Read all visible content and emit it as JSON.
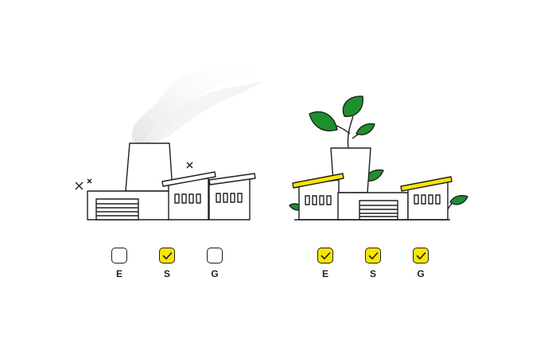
{
  "colors": {
    "accent": "#f7e600",
    "leaf": "#1e8f2e",
    "stroke": "#1e1e1e",
    "smoke": "#ececec"
  },
  "left_group": {
    "icon": "polluting-factory-icon",
    "checkboxes": [
      {
        "label": "E",
        "checked": false
      },
      {
        "label": "S",
        "checked": true
      },
      {
        "label": "G",
        "checked": false
      }
    ]
  },
  "right_group": {
    "icon": "green-factory-icon",
    "checkboxes": [
      {
        "label": "E",
        "checked": true
      },
      {
        "label": "S",
        "checked": true
      },
      {
        "label": "G",
        "checked": true
      }
    ]
  }
}
